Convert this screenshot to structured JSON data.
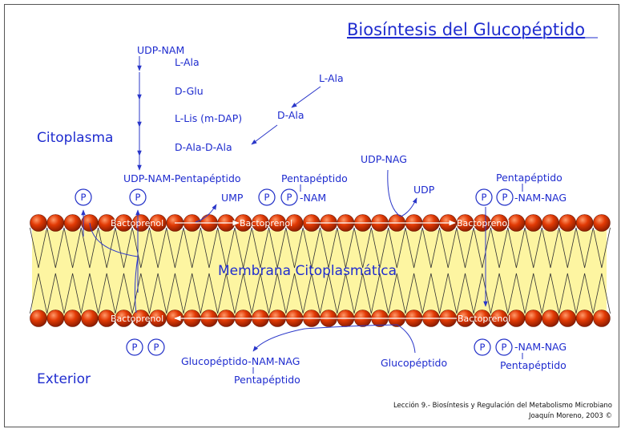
{
  "title": "Biosíntesis del Glucopéptido",
  "regions": {
    "cytoplasm": "Citoplasma",
    "exterior": "Exterior",
    "membrane": "Membrana Citoplasmática"
  },
  "pathway": {
    "udp_nam": "UDP-NAM",
    "l_ala_1": "L-Ala",
    "d_glu": "D-Glu",
    "l_lis": "L-Lis (m-DAP)",
    "d_ala_d_ala": "D-Ala-D-Ala",
    "l_ala_2": "L-Ala",
    "d_ala": "D-Ala",
    "udp_nam_pentapeptido": "UDP-NAM-Pentapéptido",
    "ump": "UMP",
    "pentapeptido_1": "Pentapéptido",
    "nam": "-NAM",
    "udp_nag": "UDP-NAG",
    "udp": "UDP",
    "pentapeptido_2": "Pentapéptido",
    "nam_nag_top": "-NAM-NAG",
    "glucopeptido_nam_nag": "Glucopéptido-NAM-NAG",
    "pentapeptido_3": "Pentapéptido",
    "glucopeptido": "Glucopéptido",
    "nam_nag_bottom": "-NAM-NAG",
    "pentapeptido_4": "Pentapéptido"
  },
  "phosphate": "P",
  "carrier": "Bactoprenol",
  "footer": {
    "line1": "Lección 9.- Biosíntesis y Regulación del Metabolismo Microbiano",
    "line2": "Joaquín Moreno, 2003 ©"
  },
  "colors": {
    "text": "#1f2ccf",
    "membrane_band": "#fdf5a1",
    "lipid_head": "#d33000",
    "frame": "#555555"
  },
  "icons": [
    "phosphate-circle",
    "lipid-head-sphere",
    "arrow"
  ]
}
